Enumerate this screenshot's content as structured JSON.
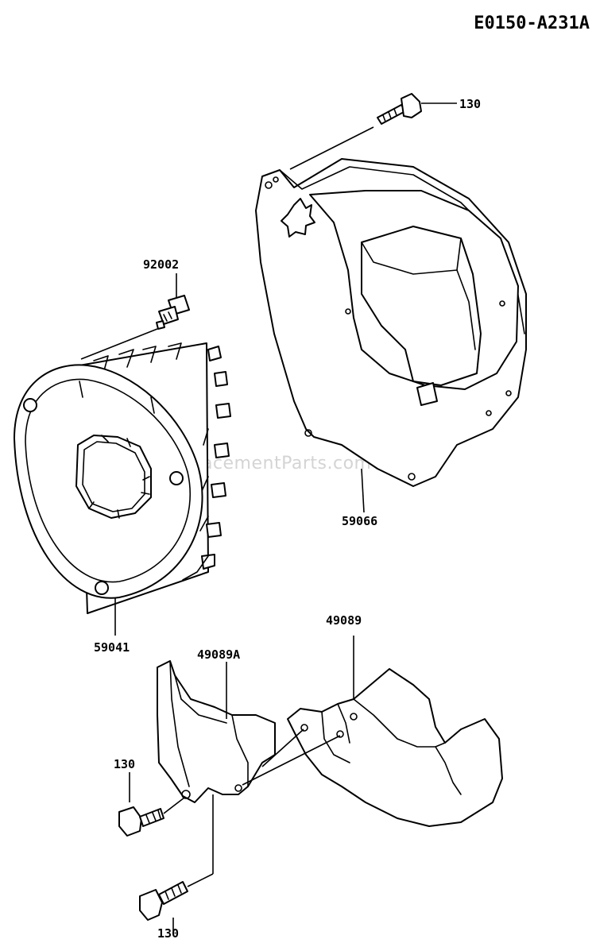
{
  "diagram_code": "E0150-A231A",
  "watermark": "eReplacementParts.com",
  "parts": {
    "bolt_top": "130",
    "plug": "92002",
    "shroud": "59066",
    "fan": "59041",
    "cover_small": "49089A",
    "cover_large": "49089",
    "bolt_left": "130",
    "bolt_bottom": "130"
  }
}
